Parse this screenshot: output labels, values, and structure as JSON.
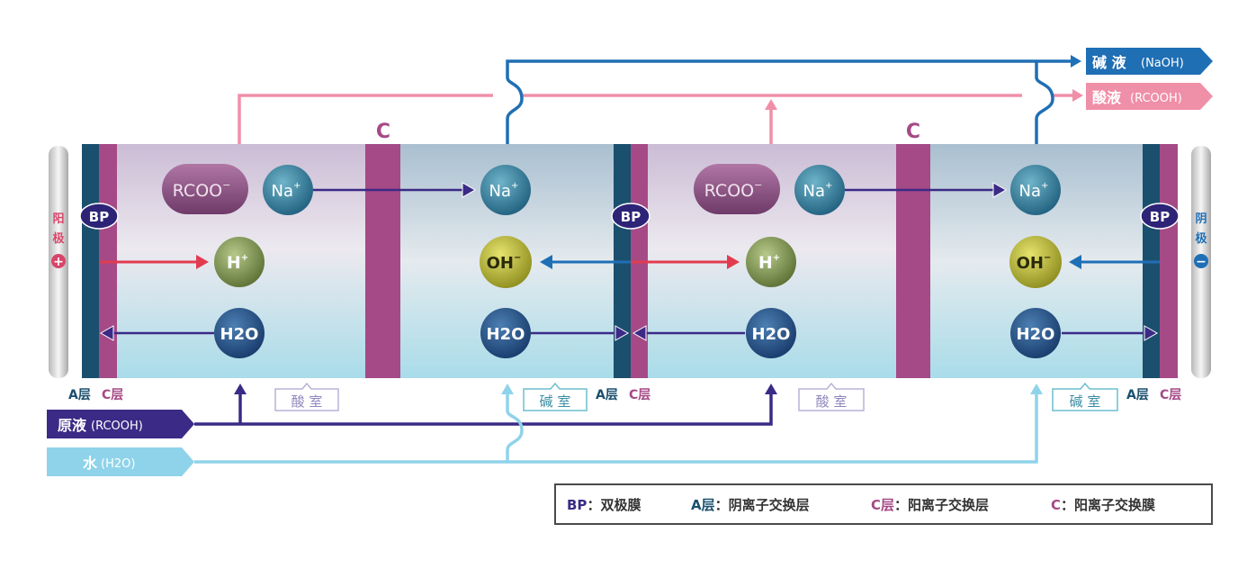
{
  "outputs": {
    "base_prefix": "碱 液",
    "base_formula": "(NaOH)",
    "acid_prefix": "酸液",
    "acid_formula": "(RCOOH)"
  },
  "inputs": {
    "feed_prefix": "原液",
    "feed_formula": "(RCOOH)",
    "water_prefix": "水",
    "water_formula": "(H2O)"
  },
  "electrodes": {
    "anode_label": [
      "阳",
      "极"
    ],
    "anode_sign": "+",
    "cathode_label": [
      "阴",
      "极"
    ],
    "cathode_sign": "−"
  },
  "membranes": {
    "bp_label": "BP",
    "c_label": "C",
    "a_layer": "A层",
    "c_layer": "C层"
  },
  "chambers": {
    "acid": "酸 室",
    "base": "碱 室"
  },
  "ions": {
    "rcoo": "RCOO",
    "rcoo_sup": "−",
    "na": "Na",
    "na_sup": "+",
    "h": "H",
    "h_sup": "+",
    "oh": "OH",
    "oh_sup": "−",
    "h2o": "H2O"
  },
  "legend": {
    "bp_key": "BP",
    "bp_text": "：双极膜",
    "a_key": "A层",
    "a_text": "：阴离子交换层",
    "c_layer_key": "C层",
    "c_layer_text": "：阳离子交换层",
    "c_key": "C",
    "c_text": "：阳离子交换膜"
  },
  "colors": {
    "base_line": "#1f6fb5",
    "acid_line": "#ef8fa8",
    "feed_line": "#3b2a86",
    "water_line": "#8fd3ea",
    "membrane_pink": "#a54a86",
    "membrane_dark": "#1b4f6e",
    "h_arrow": "#e23b4f"
  }
}
